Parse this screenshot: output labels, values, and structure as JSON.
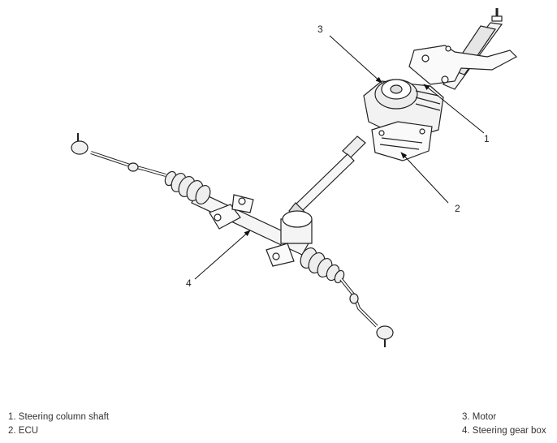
{
  "callouts": {
    "one": "1",
    "two": "2",
    "three": "3",
    "four": "4"
  },
  "legend": [
    "1. Steering column shaft",
    "2. ECU",
    "3. Motor",
    "4. Steering gear box"
  ]
}
